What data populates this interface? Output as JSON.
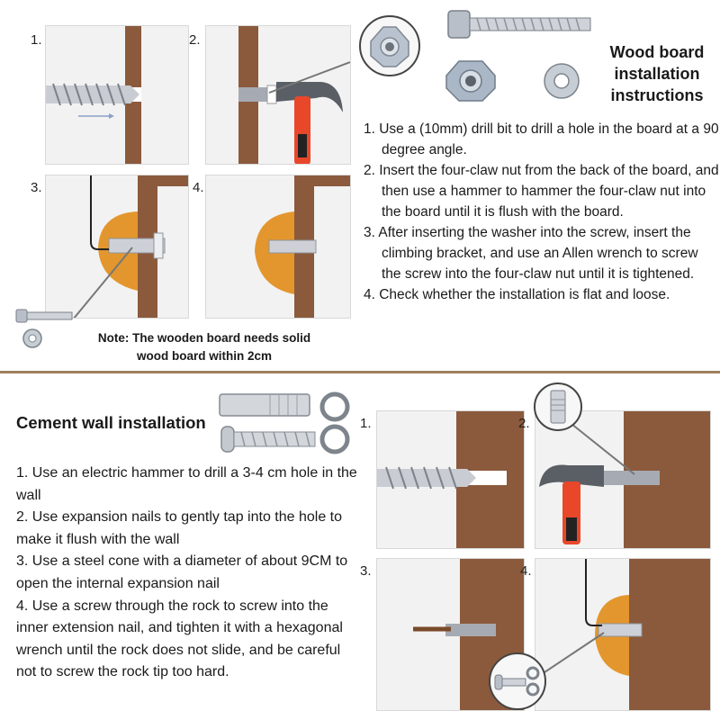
{
  "wood_section": {
    "title_lines": [
      "Wood board",
      "installation",
      "instructions"
    ],
    "step_numbers": [
      "1.",
      "2.",
      "3.",
      "4."
    ],
    "steps": [
      "1. Use a (10mm) drill bit to drill a hole in the board at a 90 degree angle.",
      "2. Insert the four-claw nut from the back of the board, and then use a hammer to hammer the four-claw nut into the board until it is flush with the board.",
      "3. After inserting the washer into the screw, insert the climbing bracket, and use an Allen wrench to screw the screw into the four-claw nut until it is tightened.",
      "4. Check whether the installation is flat and loose."
    ],
    "note_lines": [
      "Note: The wooden board needs solid",
      "wood board within 2cm"
    ]
  },
  "cement_section": {
    "title": "Cement wall installation",
    "step_numbers": [
      "1.",
      "2.",
      "3.",
      "4."
    ],
    "steps": [
      "1. Use an electric hammer to drill a 3-4 cm hole in the wall",
      "2. Use expansion nails to gently tap into the hole to make it flush with the wall",
      "3. Use a steel cone with a diameter of about 9CM to open the internal expansion nail",
      "4. Use a screw through the rock to screw into the inner extension nail, and tighten it with a hexagonal wrench until the rock does not slide, and be careful not to screw the rock tip too hard."
    ]
  },
  "colors": {
    "wood": "#8b5a3c",
    "hold": "#e3962e",
    "hammer_handle": "#e8472a",
    "metal": "#b8bcc4",
    "divider": "#a08060"
  }
}
